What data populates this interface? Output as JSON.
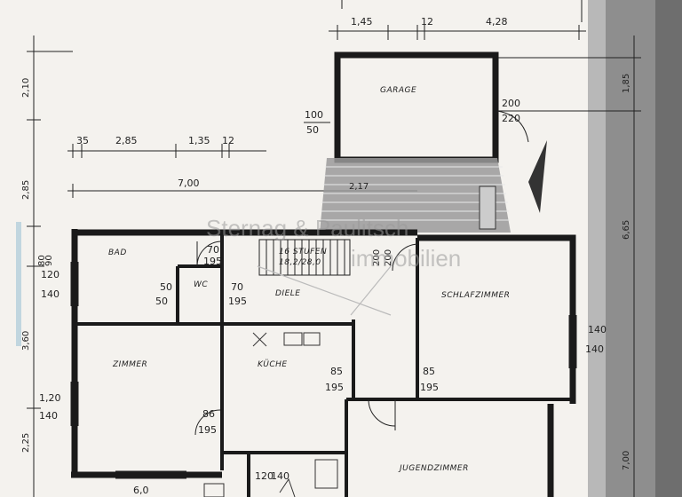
{
  "plan": {
    "rooms": {
      "garage": "GARAGE",
      "bad": "BAD",
      "wc": "WC",
      "diele": "DIELE",
      "schlafzimmer": "SCHLAFZIMMER",
      "zimmer": "ZIMMER",
      "kueche": "KÜCHE",
      "jugendzimmer": "JUGENDZIMMER"
    },
    "stair_note": "16 STUFEN",
    "stair_note2": "18,2/28,0",
    "watermark": "Sternag & Paulitsch",
    "watermark_suffix": "immobilien",
    "dims_top": [
      "1,45",
      "12",
      "4,28"
    ],
    "dims_row2": [
      "35",
      "2,85",
      "1,35",
      "12"
    ],
    "dim_total": "7,00",
    "dims_left_vertical": [
      "2,10",
      "2,85",
      "3,60",
      "2,25"
    ],
    "dims_right_vertical": [
      "1,85",
      "6,65",
      "7,00"
    ],
    "openings": {
      "garage_door_left_top": "100",
      "garage_door_left_bot": "50",
      "garage_door_right_top": "200",
      "garage_door_right_bot": "220",
      "bad_window_top": "120",
      "bad_window_bot": "140",
      "bad_door_top": "70",
      "bad_door_bot": "195",
      "wc_window_top": "50",
      "wc_window_bot": "50",
      "wc_door_top": "70",
      "wc_door_bot": "195",
      "diele_door_top": "200",
      "diele_door_bot": "200",
      "schlaf_window_top": "140",
      "schlaf_window_bot": "140",
      "kueche_door_top": "85",
      "kueche_door_bot": "195",
      "schlaf_door_top": "85",
      "schlaf_door_bot": "195",
      "zimmer_window_top": "1,20",
      "zimmer_window_bot": "140",
      "zimmer_door_top": "86",
      "zimmer_door_bot": "195",
      "bottom_window_top": "120",
      "bottom_window_bot": "140",
      "small_left_top": "80",
      "small_left_bot": "90",
      "bottom_left": "6,0",
      "stair_small": "2,17"
    }
  }
}
